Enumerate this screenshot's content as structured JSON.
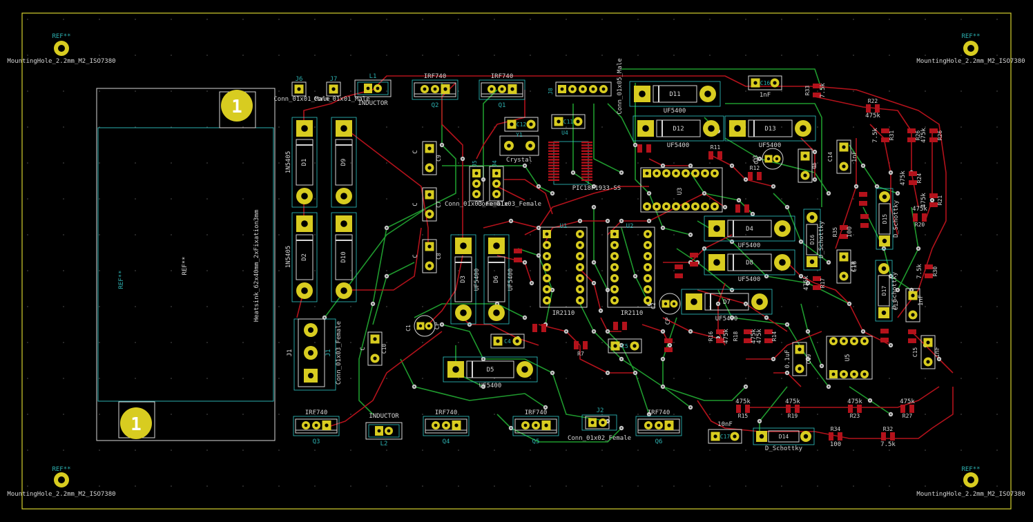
{
  "colors": {
    "background": "#000000",
    "edge_cuts": "#d6d22f",
    "copper_front": "#b3121b",
    "copper_back": "#1f9a2e",
    "pad": "#d8cc20",
    "silkscreen": "#d8d8d8",
    "fab_text": "#2cb0b0",
    "courtyard": "#30c8c8",
    "via": "#c8c8c8"
  },
  "mounting_holes": [
    {
      "ref": "REF**",
      "value": "MountingHole_2.2mm_M2_ISO7380"
    },
    {
      "ref": "REF**",
      "value": "MountingHole_2.2mm_M2_ISO7380"
    },
    {
      "ref": "REF**",
      "value": "MountingHole_2.2mm_M2_ISO7380"
    },
    {
      "ref": "REF**",
      "value": "MountingHole_2.2mm_M2_ISO7380"
    }
  ],
  "heatsink": {
    "ref": "REF**",
    "ref2": "REF**",
    "value": "Heatsink_62x40mm_2xFixation3mm",
    "pin1": "1",
    "pin2": "1"
  },
  "diodes": [
    {
      "ref": "D1",
      "value": "1N5405"
    },
    {
      "ref": "D9",
      "value": "D9"
    },
    {
      "ref": "D2",
      "value": "1N5405"
    },
    {
      "ref": "D10",
      "value": "D10"
    },
    {
      "ref": "D3",
      "value": "UF5400"
    },
    {
      "ref": "D6",
      "value": "UF5400"
    },
    {
      "ref": "D5",
      "value": "UF5400"
    },
    {
      "ref": "D11",
      "value": "UF5400"
    },
    {
      "ref": "D12",
      "value": "UF5400"
    },
    {
      "ref": "D13",
      "value": "UF5400"
    },
    {
      "ref": "D4",
      "value": "UF5400"
    },
    {
      "ref": "D8",
      "value": "UF5400"
    },
    {
      "ref": "D7",
      "value": "UF5400"
    },
    {
      "ref": "D14",
      "value": "D_Schottky"
    },
    {
      "ref": "D15",
      "value": "D_Schottky"
    },
    {
      "ref": "D16",
      "value": "D_Schottky"
    },
    {
      "ref": "D17",
      "value": "D_Schottky"
    }
  ],
  "transistors": [
    {
      "ref": "Q2",
      "value": "IRF740"
    },
    {
      "ref": "Q1",
      "value": "IRF740"
    },
    {
      "ref": "Q3",
      "value": "IRF740"
    },
    {
      "ref": "Q4",
      "value": "IRF740"
    },
    {
      "ref": "Q5",
      "value": "IRF740"
    },
    {
      "ref": "Q6",
      "value": "IRF740"
    }
  ],
  "inductors": [
    {
      "ref": "L1",
      "value": "INDUCTOR"
    },
    {
      "ref": "L2",
      "value": "INDUCTOR"
    }
  ],
  "connectors": [
    {
      "ref": "J6",
      "value": "Conn_01x01_Male"
    },
    {
      "ref": "J7",
      "value": "Conn_01x01_Male"
    },
    {
      "ref": "J8",
      "value": "Conn_01x05_Male"
    },
    {
      "ref": "J5",
      "value": "Conn_01x03_Female"
    },
    {
      "ref": "J4",
      "value": "Conn_01x03_Female"
    },
    {
      "ref": "J1",
      "value": "Conn_01x03_Female"
    },
    {
      "ref": "J2",
      "value": "Conn_01x02_Female"
    }
  ],
  "ics": [
    {
      "ref": "U1",
      "value": "IR2110"
    },
    {
      "ref": "U2",
      "value": "IR2110"
    },
    {
      "ref": "U3",
      "value": "U3"
    },
    {
      "ref": "U4",
      "value": "PIC18F1933-SS"
    },
    {
      "ref": "U5",
      "value": "U5"
    }
  ],
  "crystal": {
    "ref": "Y1",
    "value": "Crystal"
  },
  "capacitors": [
    {
      "ref": "C1",
      "value": "CP"
    },
    {
      "ref": "C2",
      "value": "CP"
    },
    {
      "ref": "C3",
      "value": "C3"
    },
    {
      "ref": "C4",
      "value": "C4"
    },
    {
      "ref": "C5",
      "value": "CP"
    },
    {
      "ref": "C6",
      "value": "C"
    },
    {
      "ref": "C7",
      "value": "C"
    },
    {
      "ref": "C8",
      "value": "C"
    },
    {
      "ref": "C9",
      "value": "C"
    },
    {
      "ref": "C10",
      "value": "C"
    },
    {
      "ref": "C11",
      "value": "C11"
    },
    {
      "ref": "C12",
      "value": "C12"
    },
    {
      "ref": "C13",
      "value": "1nF"
    },
    {
      "ref": "C14",
      "value": "1nF"
    },
    {
      "ref": "C15",
      "value": "1nF"
    },
    {
      "ref": "C16",
      "value": "1nF"
    },
    {
      "ref": "C17",
      "value": "10nF"
    },
    {
      "ref": "C18",
      "value": "C18"
    },
    {
      "ref": "C19",
      "value": "0.1uF"
    }
  ],
  "resistors_bottom": [
    {
      "ref": "R15",
      "value": "475k"
    },
    {
      "ref": "R19",
      "value": "475k"
    },
    {
      "ref": "R23",
      "value": "475k"
    },
    {
      "ref": "R27",
      "value": "475k"
    },
    {
      "ref": "R34",
      "value": "100"
    },
    {
      "ref": "R32",
      "value": "7.5k"
    }
  ],
  "resistors_top": [
    {
      "ref": "R33",
      "value": "7.5k"
    },
    {
      "ref": "R22",
      "value": "475k"
    },
    {
      "ref": "R31",
      "value": "7.5k"
    },
    {
      "ref": "R24",
      "value": "475k"
    },
    {
      "ref": "R26",
      "value": "475k"
    },
    {
      "ref": "R20",
      "value": "475k"
    },
    {
      "ref": "R21",
      "value": "475k"
    },
    {
      "ref": "R11",
      "value": "R11"
    },
    {
      "ref": "R12",
      "value": "R12"
    },
    {
      "ref": "R35",
      "value": "100"
    },
    {
      "ref": "R30",
      "value": "7.5k"
    }
  ],
  "resistors_mid": [
    {
      "ref": "R16",
      "value": "475k"
    },
    {
      "ref": "R18",
      "value": "475k"
    },
    {
      "ref": "R14",
      "value": "475k"
    },
    {
      "ref": "R17",
      "value": "475k"
    },
    {
      "ref": "R7",
      "value": "R7"
    }
  ]
}
